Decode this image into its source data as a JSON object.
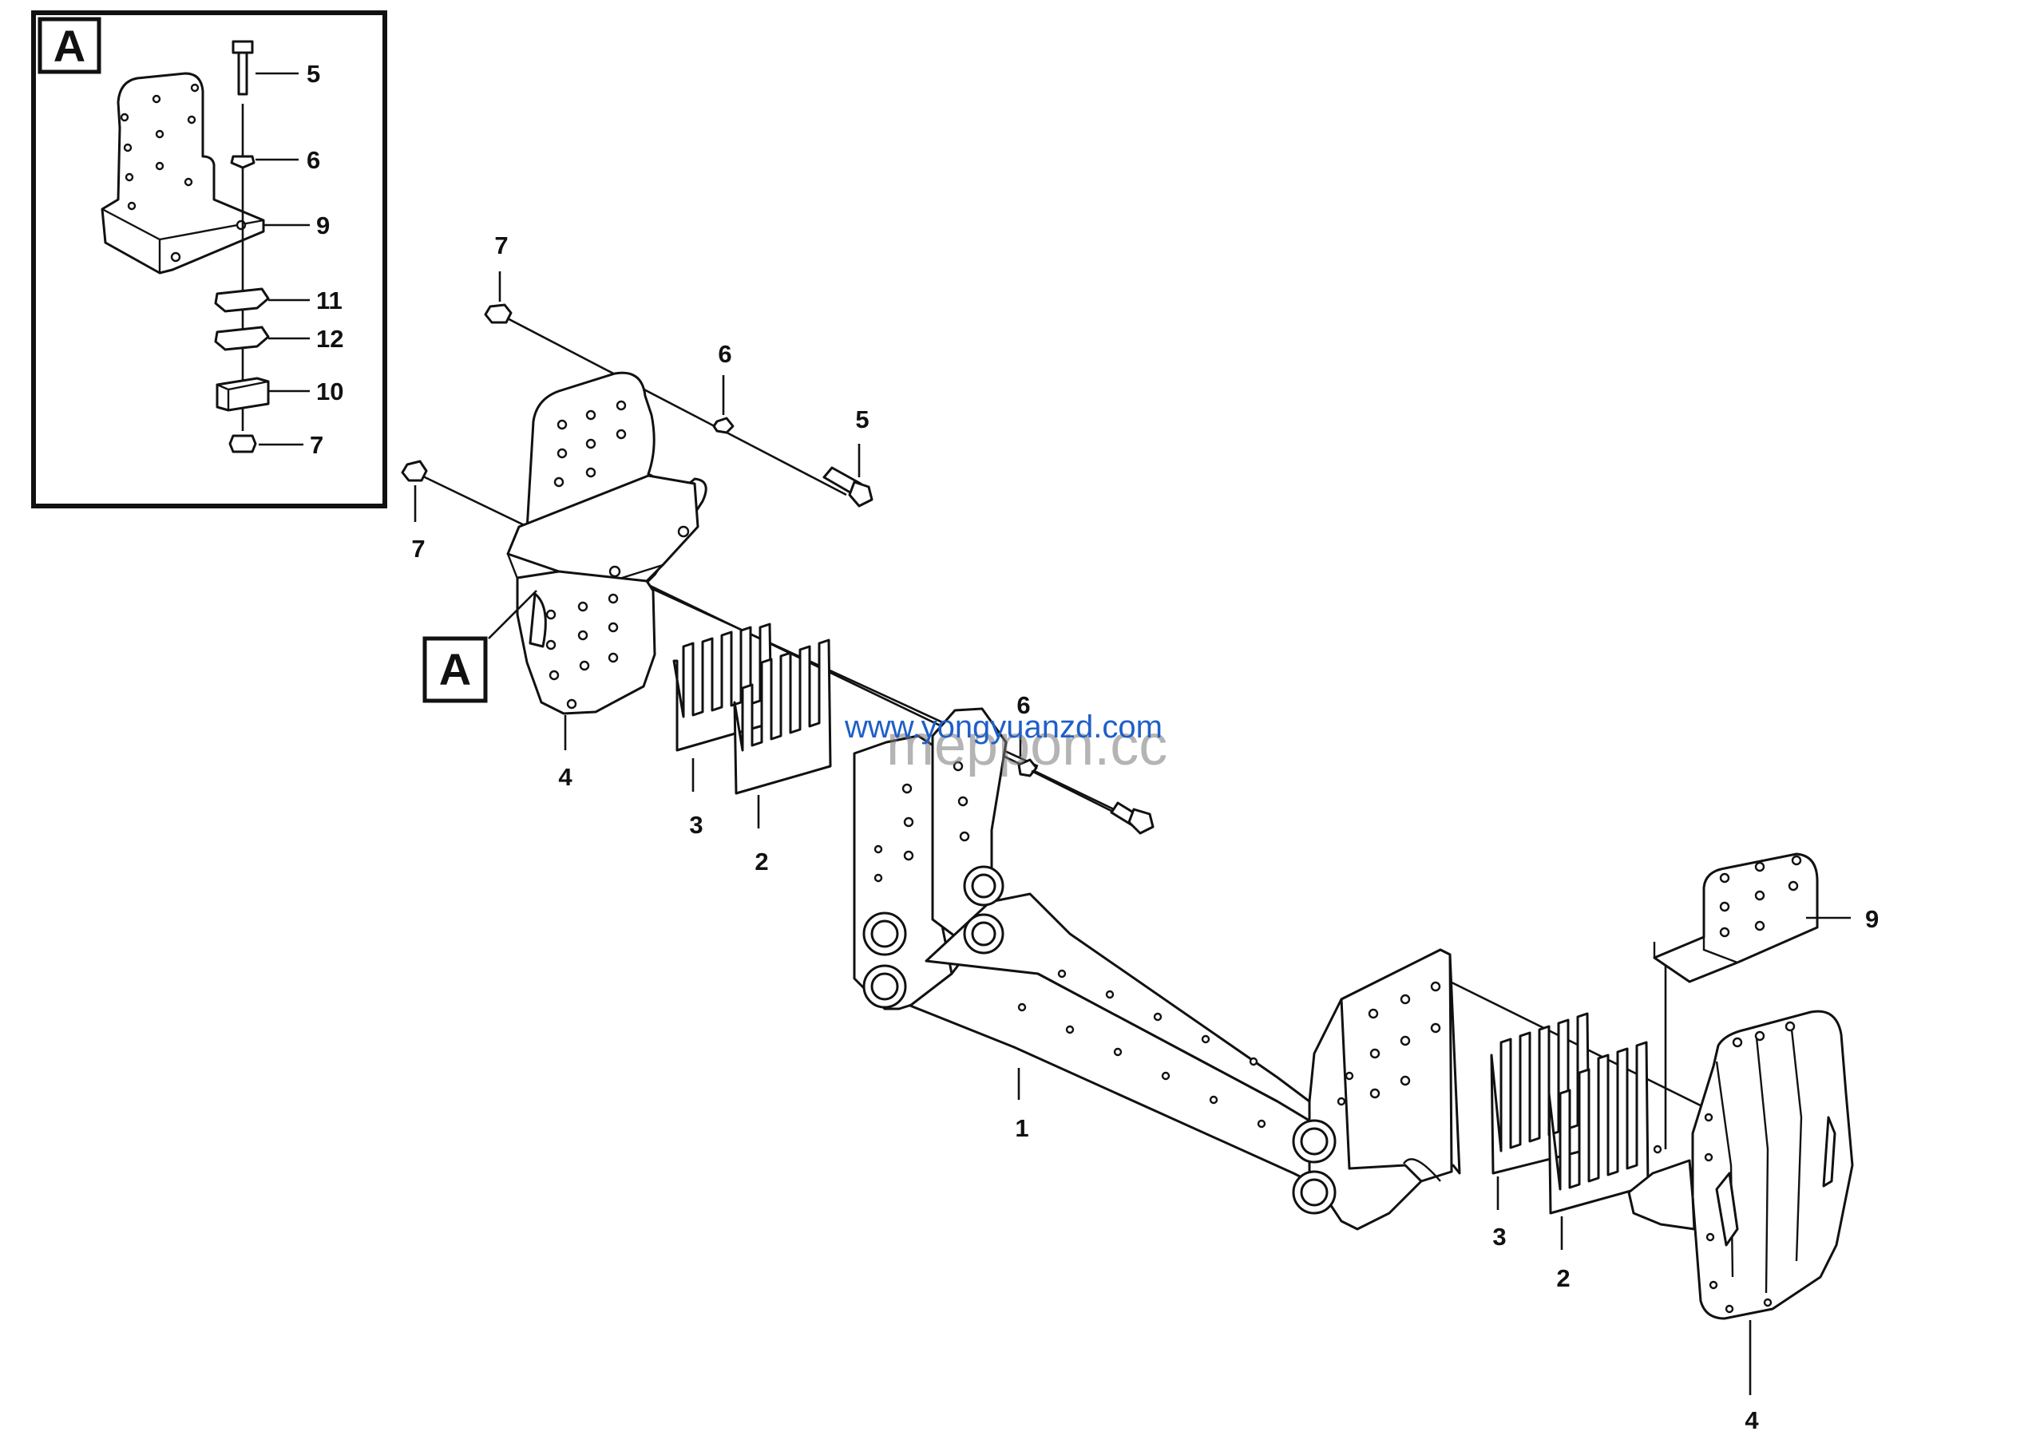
{
  "inset": {
    "callout": "A",
    "labels": [
      "5",
      "6",
      "9",
      "11",
      "12",
      "10",
      "7"
    ]
  },
  "main": {
    "callout": "A",
    "labels": {
      "frame": "1",
      "shim_2_left": "2",
      "shim_3_left": "3",
      "bracket_left": "4",
      "bolt_top": "5",
      "washer_top": "6",
      "nut_top": "7",
      "nut_side": "7",
      "washer_mid": "6",
      "shim_2_right": "2",
      "shim_3_right": "3",
      "bracket_right": "4",
      "plate_right": "9"
    }
  },
  "watermark": {
    "url": "www.yongyuanzd.com",
    "brand": "meppon.cc"
  }
}
